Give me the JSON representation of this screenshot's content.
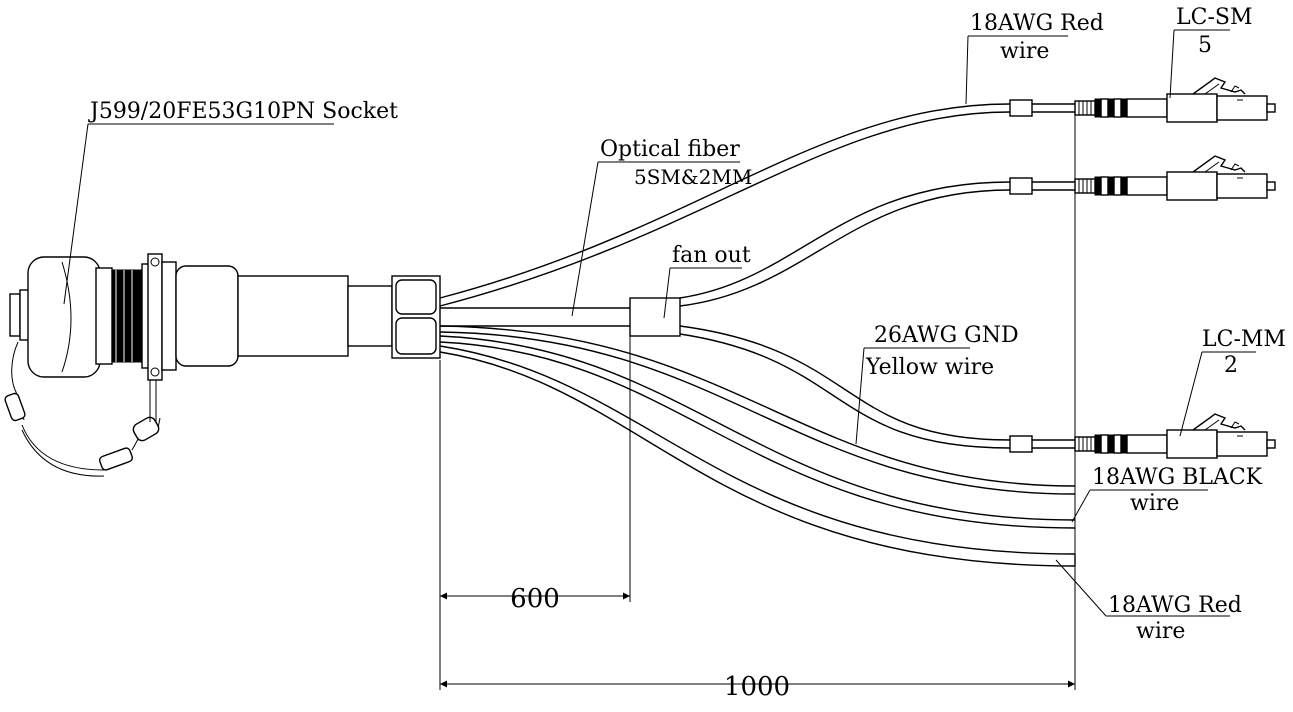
{
  "labels": {
    "connector": "J599/20FE53G10PN Socket",
    "optical_fiber_l1": "Optical fiber",
    "optical_fiber_l2": "5SM&2MM",
    "fan_out": "fan out",
    "red_wire_top_l1": "18AWG Red",
    "red_wire_top_l2": "wire",
    "lc_sm_l1": "LC-SM",
    "lc_sm_l2": "5",
    "lc_mm_l1": "LC-MM",
    "lc_mm_l2": "2",
    "gnd_wire_l1": "26AWG GND",
    "gnd_wire_l2": "Yellow wire",
    "black_wire_l1": "18AWG BLACK",
    "black_wire_l2": "wire",
    "red_wire_bottom_l1": "18AWG Red",
    "red_wire_bottom_l2": "wire"
  },
  "dimensions": {
    "fanout_distance": "600",
    "total_length": "1000"
  }
}
